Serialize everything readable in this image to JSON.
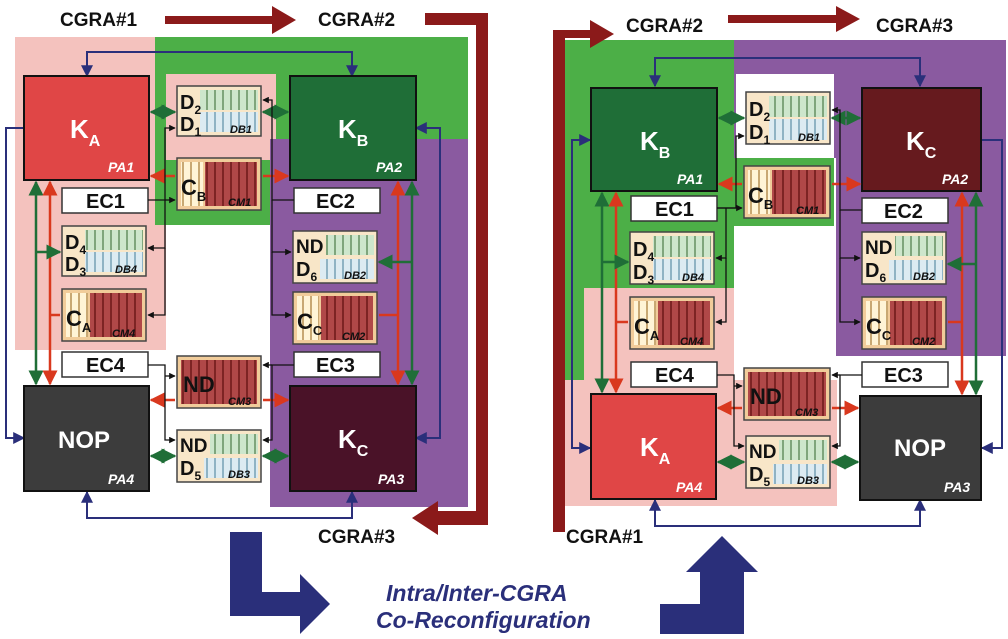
{
  "left_panel": {
    "top_flow": {
      "from": "CGRA#1",
      "to": "CGRA#2"
    },
    "bottom_label": "CGRA#3",
    "kernels": [
      {
        "main": "K",
        "sub": "A",
        "pa": "PA1",
        "color": "#e04646"
      },
      {
        "main": "K",
        "sub": "B",
        "pa": "PA2",
        "color": "#1f6e37"
      },
      {
        "main": "K",
        "sub": "C",
        "pa": "PA3",
        "color": "#4a1228"
      },
      {
        "main": "NOP",
        "sub": "",
        "pa": "PA4",
        "color": "#3c3c3c"
      }
    ],
    "data_buffers": [
      {
        "top": "D",
        "top_sub": "2",
        "bottom": "D",
        "bottom_sub": "1",
        "label": "DB1"
      },
      {
        "top": "D",
        "top_sub": "4",
        "bottom": "D",
        "bottom_sub": "3",
        "label": "DB4"
      },
      {
        "top": "ND",
        "top_sub": "",
        "bottom": "D",
        "bottom_sub": "6",
        "label": "DB2"
      },
      {
        "top": "ND",
        "top_sub": "",
        "bottom": "D",
        "bottom_sub": "5",
        "label": "DB3"
      }
    ],
    "context_memories": [
      {
        "main": "C",
        "sub": "B",
        "label": "CM1"
      },
      {
        "main": "C",
        "sub": "A",
        "label": "CM4"
      },
      {
        "main": "C",
        "sub": "C",
        "label": "CM2"
      },
      {
        "main": "ND",
        "sub": "",
        "label": "CM3"
      }
    ],
    "ecs": [
      "EC1",
      "EC2",
      "EC4",
      "EC3"
    ]
  },
  "right_panel": {
    "top_flow": {
      "from": "CGRA#2",
      "to": "CGRA#3"
    },
    "bottom_label": "CGRA#1",
    "kernels": [
      {
        "main": "K",
        "sub": "B",
        "pa": "PA1",
        "color": "#1f6e37"
      },
      {
        "main": "K",
        "sub": "C",
        "pa": "PA2",
        "color": "#661a1e"
      },
      {
        "main": "NOP",
        "sub": "",
        "pa": "PA3",
        "color": "#3c3c3c"
      },
      {
        "main": "K",
        "sub": "A",
        "pa": "PA4",
        "color": "#e04646"
      }
    ],
    "data_buffers": [
      {
        "top": "D",
        "top_sub": "2",
        "bottom": "D",
        "bottom_sub": "1",
        "label": "DB1"
      },
      {
        "top": "D",
        "top_sub": "4",
        "bottom": "D",
        "bottom_sub": "3",
        "label": "DB4"
      },
      {
        "top": "ND",
        "top_sub": "",
        "bottom": "D",
        "bottom_sub": "6",
        "label": "DB2"
      },
      {
        "top": "ND",
        "top_sub": "",
        "bottom": "D",
        "bottom_sub": "5",
        "label": "DB3"
      }
    ],
    "context_memories": [
      {
        "main": "C",
        "sub": "B",
        "label": "CM1"
      },
      {
        "main": "C",
        "sub": "A",
        "label": "CM4"
      },
      {
        "main": "C",
        "sub": "C",
        "label": "CM2"
      },
      {
        "main": "ND",
        "sub": "",
        "label": "CM3"
      }
    ],
    "ecs": [
      "EC1",
      "EC2",
      "EC4",
      "EC3"
    ]
  },
  "caption": {
    "line1": "Intra/Inter-CGRA",
    "line2": "Co-Reconfiguration"
  },
  "colors": {
    "flow_arrow": "#8b1a1a",
    "pink_region": "#f4c2be",
    "green_region": "#4caf47",
    "purple_region": "#8a5aa0",
    "navy": "#2a2f7a",
    "link_green": "#1f6e37",
    "link_red": "#d9381e"
  }
}
